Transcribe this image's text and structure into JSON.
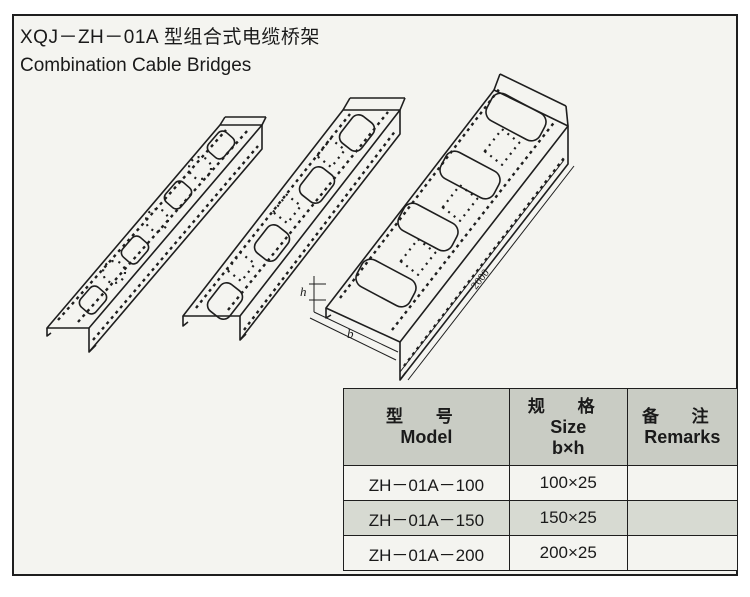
{
  "title": {
    "chinese": "XQJ－ZH－01A 型组合式电缆桥架",
    "english": "Combination Cable Bridges"
  },
  "drawing_labels": {
    "height": "h",
    "width": "b",
    "length": "2000"
  },
  "table": {
    "headers": [
      {
        "cn": "型 号",
        "en": "Model",
        "en2": ""
      },
      {
        "cn": "规 格",
        "en": "Size",
        "en2": "b×h"
      },
      {
        "cn": "备 注",
        "en": "Remarks",
        "en2": ""
      }
    ],
    "rows": [
      {
        "model": "ZH－01A－100",
        "size": "100×25",
        "remarks": ""
      },
      {
        "model": "ZH－01A－150",
        "size": "150×25",
        "remarks": ""
      },
      {
        "model": "ZH－01A－200",
        "size": "200×25",
        "remarks": ""
      }
    ]
  }
}
